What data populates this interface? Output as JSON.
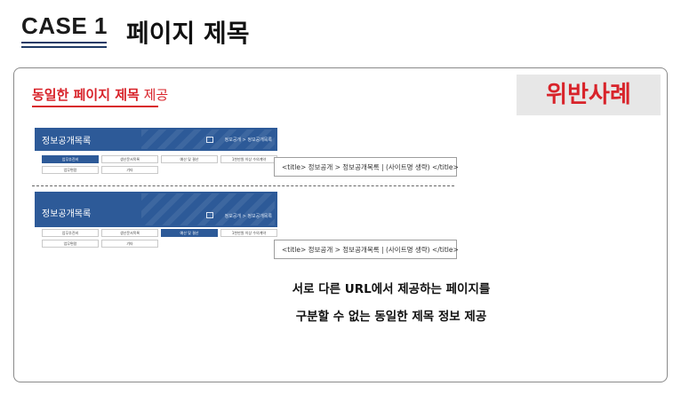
{
  "header": {
    "case_label": "CASE 1",
    "title": "페이지 제목"
  },
  "panel": {
    "subtitle_highlight": "동일한 페이지 제목",
    "subtitle_rest": " 제공",
    "violation_badge": "위반사례"
  },
  "screenshot_top": {
    "title": "정보공개목록",
    "breadcrumb": "정보공개 > 정보공개목록",
    "menu_row1": [
      "업무추진비",
      "생산문서목록",
      "예산 및 결산",
      "1천만원 이상 수의계약"
    ],
    "menu_row2": [
      "업무편람",
      "기타"
    ],
    "active_index": 0
  },
  "screenshot_bottom": {
    "title": "정보공개목록",
    "breadcrumb": "정보공개 > 정보공개목록",
    "menu_row1": [
      "업무추진비",
      "생산문서목록",
      "예산 및 결산",
      "1천만원 이상 수의계약"
    ],
    "menu_row2": [
      "업무편람",
      "기타"
    ],
    "active_index": 2
  },
  "code_top": "<title> 정보공개 > 정보공개목록 | (사이트명 생략) </title>",
  "code_bottom": "<title> 정보공개 > 정보공개목록 | (사이트명 생략) </title>",
  "description": {
    "line1": "서로 다른 URL에서 제공하는 페이지를",
    "line2": "구분할 수 없는 동일한  제목 정보 제공"
  }
}
